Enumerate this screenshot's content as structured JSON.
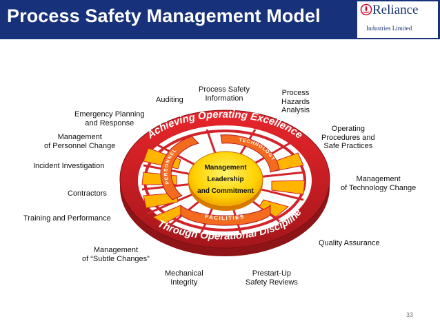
{
  "header": {
    "title": "Process Safety Management Model",
    "logo_name": "Reliance",
    "logo_sub": "Industries Limited"
  },
  "diagram": {
    "outer_ring_top": "Achieving Operating Excellence",
    "outer_ring_bottom": "Through Operational Discipline",
    "inner_top_right": "TECHNOLOGY",
    "inner_left": "PERSONNEL",
    "inner_bottom": "FACILITIES",
    "core": [
      "Management",
      "Leadership",
      "and Commitment"
    ],
    "labels": {
      "auditing": "Auditing",
      "psi": [
        "Process Safety",
        "Information"
      ],
      "pha": [
        "Process",
        "Hazards",
        "Analysis"
      ],
      "emergency": [
        "Emergency Planning",
        "and Response"
      ],
      "mopc": [
        "Management",
        "of Personnel Change"
      ],
      "operating": [
        "Operating",
        "Procedures and",
        "Safe Practices"
      ],
      "incident": "Incident Investigation",
      "motc": [
        "Management",
        "of Technology Change"
      ],
      "contractors": "Contractors",
      "training": "Training and Performance",
      "qa": "Quality Assurance",
      "subtle": [
        "Management",
        "of “Subtle Changes”"
      ],
      "mech": [
        "Mechanical",
        "Integrity"
      ],
      "prestart": [
        "Prestart-Up",
        "Safety Reviews"
      ]
    }
  },
  "footer": {
    "page_number": "33"
  },
  "colors": {
    "header_bg": "#17317a",
    "ring_red": "#d2232a",
    "core_yellow": "#ffd400"
  }
}
